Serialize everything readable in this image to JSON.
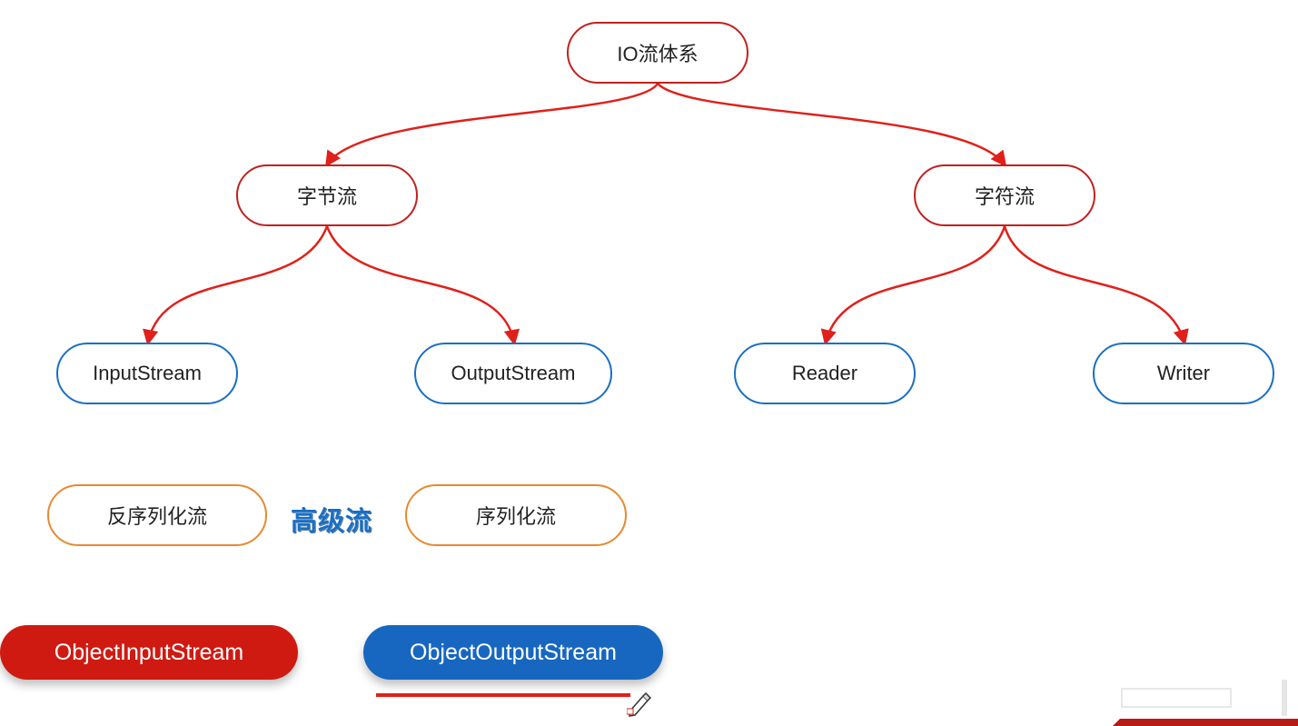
{
  "diagram": {
    "root": "IO流体系",
    "byte_stream": "字节流",
    "char_stream": "字符流",
    "input_stream": "InputStream",
    "output_stream": "OutputStream",
    "reader": "Reader",
    "writer": "Writer",
    "deserialization_stream": "反序列化流",
    "advanced_stream": "高级流",
    "serialization_stream": "序列化流",
    "object_input_stream": "ObjectInputStream",
    "object_output_stream": "ObjectOutputStream"
  },
  "colors": {
    "edge": "#e0201a",
    "level_border": "#c0211e",
    "leaf_border": "#1a6fc2",
    "serial_border": "#e8892f",
    "pill_red": "#cf1a12",
    "pill_blue": "#1767c0"
  }
}
